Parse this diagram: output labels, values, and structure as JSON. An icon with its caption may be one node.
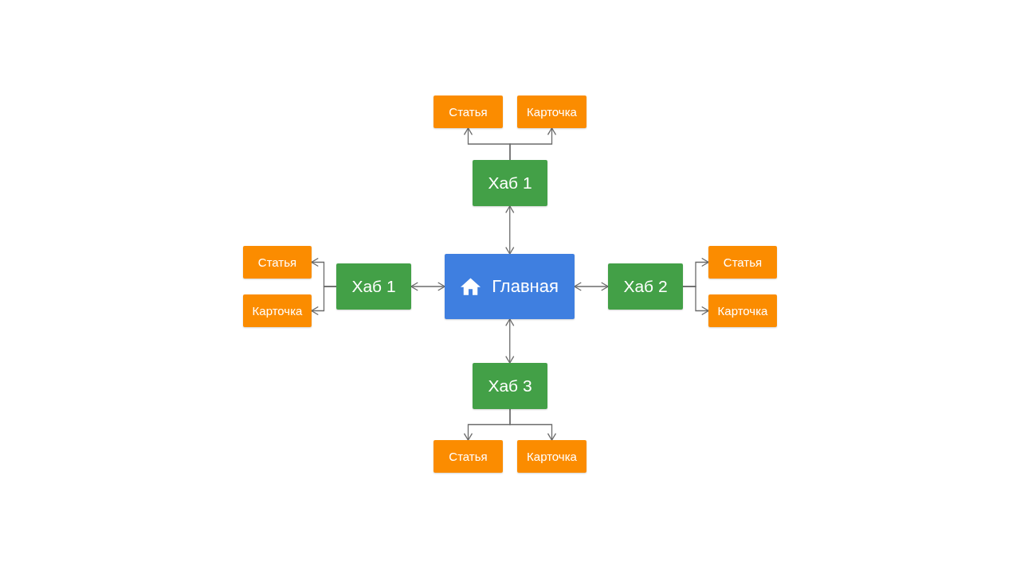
{
  "diagram": {
    "nodes": [
      {
        "text": [
          "Статья"
        ]
      },
      {
        "text": [
          "Карточка"
        ]
      },
      {
        "text": [
          "Хаб 1"
        ]
      },
      {
        "text": [
          "Статья"
        ]
      },
      {
        "text": [
          "Хаб 1"
        ]
      },
      {
        "text": [
          "Главная"
        ]
      },
      {
        "text": [
          "Хаб 2"
        ]
      },
      {
        "text": [
          "Статья"
        ]
      },
      {
        "text": [
          "Карточка"
        ]
      },
      {
        "text": [
          "Карточка"
        ]
      },
      {
        "text": [
          "Хаб 3"
        ]
      },
      {
        "text": [
          "Статья"
        ]
      },
      {
        "text": [
          "Карточка"
        ]
      }
    ],
    "edges": [
      {
        "from": 5,
        "to": 2,
        "arrow": "both"
      },
      {
        "from": 5,
        "to": 4,
        "arrow": "both"
      },
      {
        "from": 5,
        "to": 6,
        "arrow": "both"
      },
      {
        "from": 5,
        "to": 10,
        "arrow": "both"
      },
      {
        "from": 2,
        "to": 0,
        "arrow": "to"
      },
      {
        "from": 2,
        "to": 1,
        "arrow": "to"
      },
      {
        "from": 4,
        "to": 3,
        "arrow": "to"
      },
      {
        "from": 4,
        "to": 8,
        "arrow": "to"
      },
      {
        "from": 6,
        "to": 7,
        "arrow": "to"
      },
      {
        "from": 6,
        "to": 9,
        "arrow": "to"
      },
      {
        "from": 10,
        "to": 11,
        "arrow": "to"
      },
      {
        "from": 10,
        "to": 12,
        "arrow": "to"
      }
    ]
  }
}
